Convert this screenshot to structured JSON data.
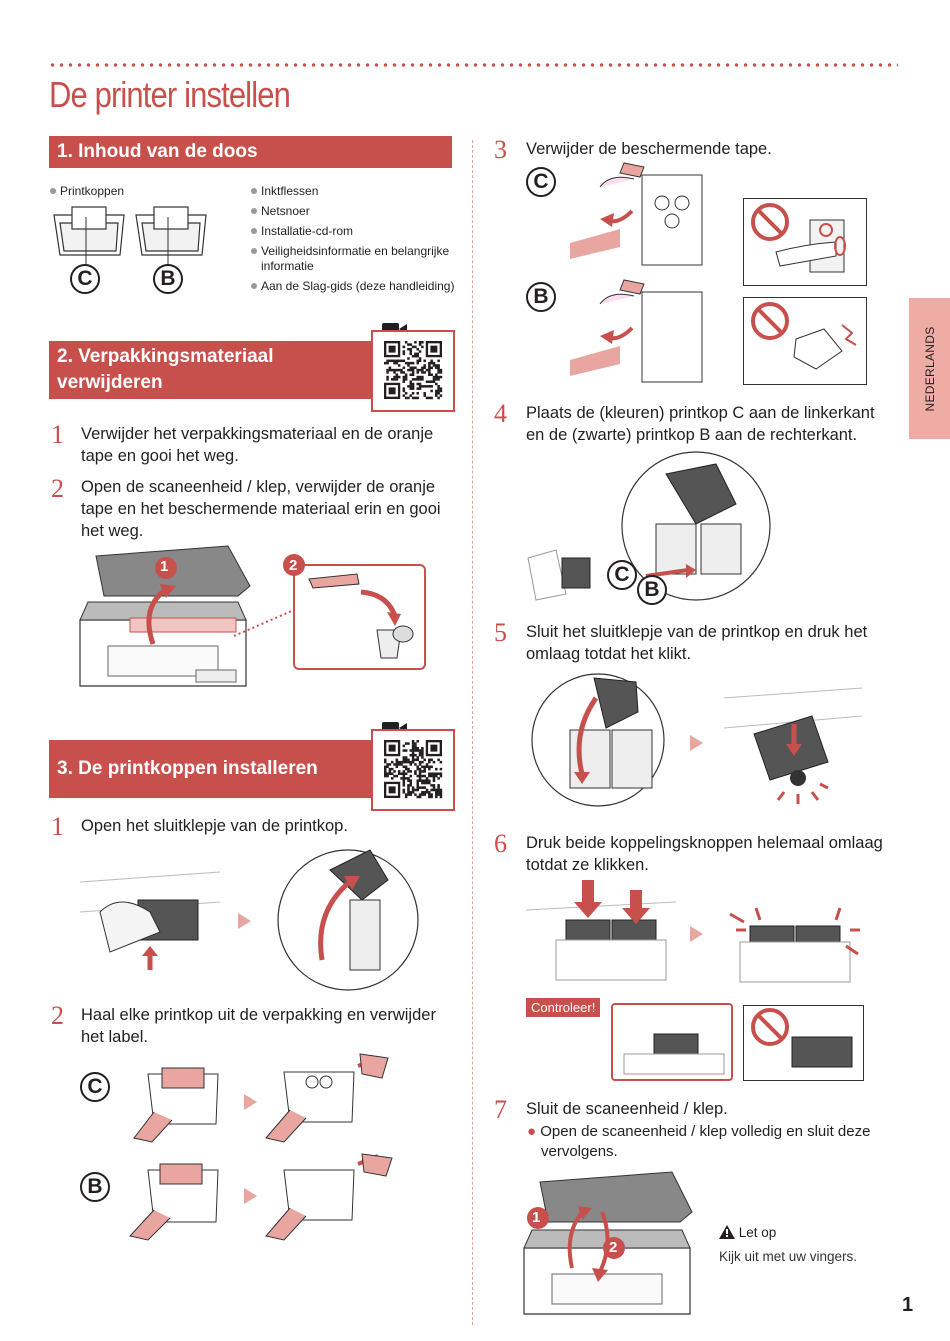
{
  "page": {
    "title": "De printer instellen",
    "side_tab": "NEDERLANDS",
    "page_number": "1"
  },
  "section1": {
    "heading": "1. Inhoud van de doos",
    "printheads_label": "Printkoppen",
    "badge_c": "C",
    "badge_b": "B",
    "items": [
      "Inktflessen",
      "Netsnoer",
      "Installatie-cd-rom",
      "Veiligheidsinformatie en belangrijke informatie",
      "Aan de Slag-gids (deze handleiding)"
    ]
  },
  "section2": {
    "heading_line1": "2. Verpakkingsmateriaal",
    "heading_line2": "verwijderen",
    "step1_num": "1",
    "step1_text": "Verwijder het verpakkingsmateriaal en de oranje tape en gooi het weg.",
    "step2_num": "2",
    "step2_text": "Open de scaneenheid / klep, verwijder de oranje tape en het beschermende materiaal erin en gooi het weg.",
    "marker1": "1",
    "marker2": "2"
  },
  "section3": {
    "heading": "3. De printkoppen installeren",
    "step1_num": "1",
    "step1_text": "Open het sluitklepje van de printkop.",
    "step2_num": "2",
    "step2_text": "Haal elke printkop uit de verpakking en verwijder het label.",
    "badge_c": "C",
    "badge_b": "B"
  },
  "right": {
    "step3_num": "3",
    "step3_text": "Verwijder de beschermende tape.",
    "step4_num": "4",
    "step4_text": "Plaats de (kleuren) printkop C aan de linkerkant en de (zwarte) printkop B aan de rechterkant.",
    "step5_num": "5",
    "step5_text": "Sluit het sluitklepje van de printkop en druk het omlaag totdat het klikt.",
    "step6_num": "6",
    "step6_text": "Druk beide koppelingsknoppen helemaal omlaag totdat ze klikken.",
    "check_label": "Controleer!",
    "step7_num": "7",
    "step7_text": "Sluit de scaneenheid / klep.",
    "step7_bullet": "Open de scaneenheid / klep volledig en sluit deze vervolgens.",
    "caution_title": "Let op",
    "caution_text": "Kijk uit met uw vingers.",
    "badge_c": "C",
    "badge_b": "B"
  }
}
